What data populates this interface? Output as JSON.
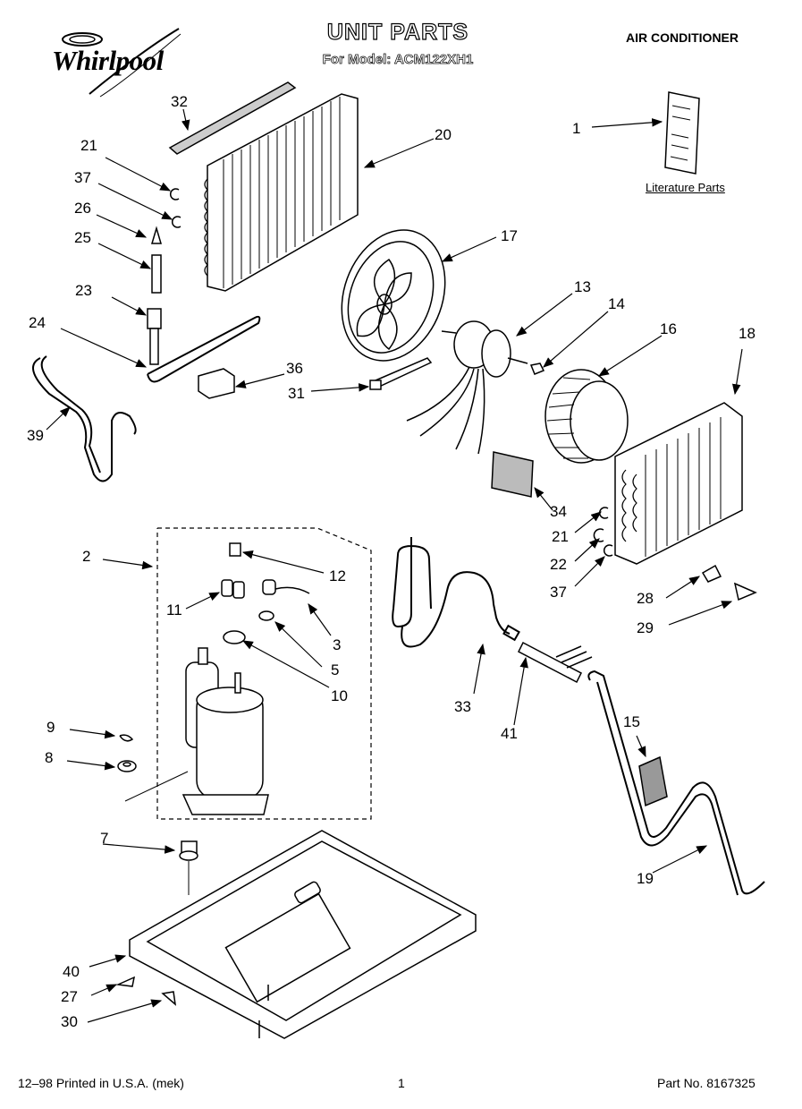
{
  "header": {
    "brand": "Whirlpool",
    "title": "UNIT PARTS",
    "subtitle": "For Model: ACM122XH1",
    "category": "AIR CONDITIONER"
  },
  "literature": {
    "label": "Literature Parts"
  },
  "callouts": {
    "n1": "1",
    "n2": "2",
    "n3": "3",
    "n5": "5",
    "n7": "7",
    "n8": "8",
    "n9": "9",
    "n10": "10",
    "n11": "11",
    "n12": "12",
    "n13": "13",
    "n14": "14",
    "n15": "15",
    "n16": "16",
    "n17": "17",
    "n18": "18",
    "n19": "19",
    "n20": "20",
    "n21a": "21",
    "n21b": "21",
    "n22": "22",
    "n23": "23",
    "n24": "24",
    "n25": "25",
    "n26": "26",
    "n27": "27",
    "n28": "28",
    "n29": "29",
    "n30": "30",
    "n31": "31",
    "n32": "32",
    "n33": "33",
    "n34": "34",
    "n36": "36",
    "n37a": "37",
    "n37b": "37",
    "n39": "39",
    "n40": "40",
    "n41": "41"
  },
  "footer": {
    "left": "12–98 Printed in U.S.A. (mek)",
    "page": "1",
    "right": "Part No. 8167325"
  }
}
